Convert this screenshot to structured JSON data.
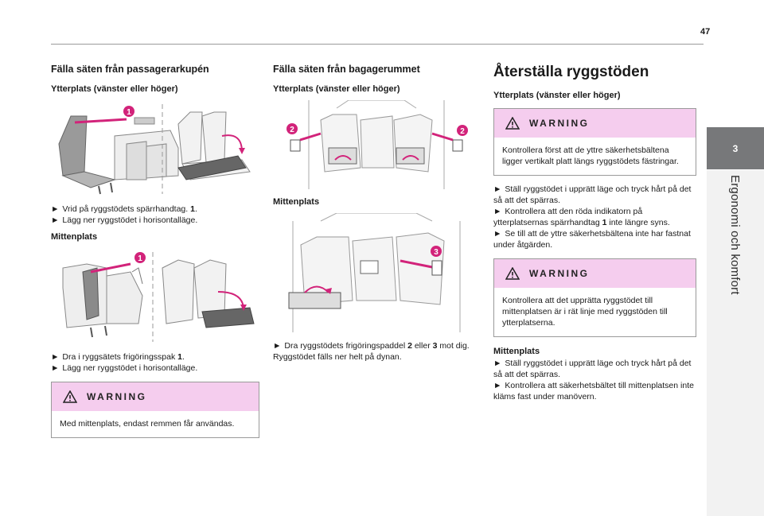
{
  "page_number": "47",
  "chapter": {
    "number": "3",
    "title": "Ergonomi och komfort"
  },
  "col1": {
    "heading": "Fälla säten från passagerarkupén",
    "sub1": "Ytterplats (vänster eller höger)",
    "fig1_callout": "1",
    "bullets1": [
      "Vrid på ryggstödets spärrhandtag.",
      "Lägg ner ryggstödet i horisontalläge."
    ],
    "bullets1_ref": "1",
    "sub2": "Mittenplats",
    "fig2_callout": "1",
    "bullets2": [
      "Dra i ryggsätets frigöringsspak",
      "Lägg ner ryggstödet i horisontalläge."
    ],
    "bullets2_ref": "1",
    "warning": {
      "title": "WARNING",
      "text": "Med mittenplats, endast remmen får användas."
    }
  },
  "col2": {
    "heading": "Fälla säten från bagagerummet",
    "sub1": "Ytterplats (vänster eller höger)",
    "fig1_callouts": [
      "2",
      "2"
    ],
    "sub2": "Mittenplats",
    "fig2_callout": "3",
    "bullet_pre": "Dra ryggstödets frigöringspaddel",
    "bullet_ref1": "2",
    "bullet_mid": "eller",
    "bullet_ref2": "3",
    "bullet_post": "mot dig.",
    "note": "Ryggstödet fälls ner helt på dynan."
  },
  "col3": {
    "heading": "Återställa ryggstöden",
    "sub1": "Ytterplats (vänster eller höger)",
    "warning1": {
      "title": "WARNING",
      "text": "Kontrollera först att de yttre säkerhetsbältena ligger vertikalt platt längs ryggstödets fästringar."
    },
    "b1": "Ställ ryggstödet i upprätt läge och tryck hårt på det så att det spärras.",
    "b2_pre": "Kontrollera att den röda indikatorn på ytterplatsernas spärrhandtag",
    "b2_ref": "1",
    "b2_post": "inte längre syns.",
    "b3": "Se till att de yttre säkerhetsbältena inte har fastnat under åtgärden.",
    "warning2": {
      "title": "WARNING",
      "text": "Kontrollera att det upprätta ryggstödet till mittenplatsen är i rät linje med ryggstöden till ytterplatserna."
    },
    "sub2": "Mittenplats",
    "b4": "Ställ ryggstödet i upprätt läge och tryck hårt på det så att det spärras.",
    "b5": "Kontrollera att säkerhetsbältet till mittenplatsen inte kläms fast under manövern."
  },
  "colors": {
    "accent": "#d2237a",
    "warning_bg": "#f5cdee",
    "tab": "#77787a"
  },
  "icons": {
    "bullet": "►",
    "warning": "warning-triangle-icon"
  }
}
